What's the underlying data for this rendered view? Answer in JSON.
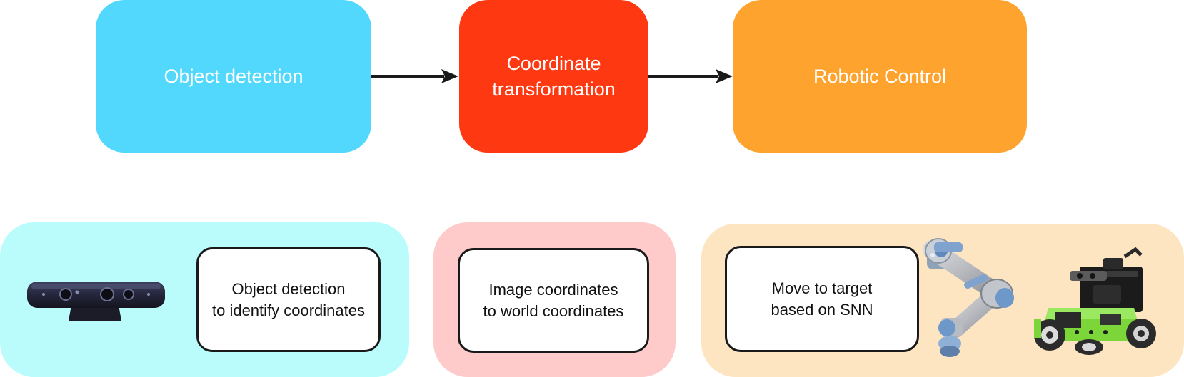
{
  "flow": {
    "detection_label": "Object detection",
    "transformation_label": "Coordinate\ntransformation",
    "control_label": "Robotic Control"
  },
  "details": {
    "detection_text": "Object detection\nto identify coordinates",
    "coordinates_text": "Image coordinates\nto world coordinates",
    "movement_text": "Move to target\nbased on SNN"
  },
  "colors": {
    "detection": "#52d8fd",
    "transformation": "#fe3912",
    "control": "#fea32d",
    "detection_panel": "#bafbfc",
    "coordinates_panel": "#fecaca",
    "control_panel": "#fde5c2",
    "arrow": "#1a1a1a"
  },
  "icons": [
    "depth-camera-icon",
    "robot-arm-icon",
    "mobile-robot-icon"
  ]
}
